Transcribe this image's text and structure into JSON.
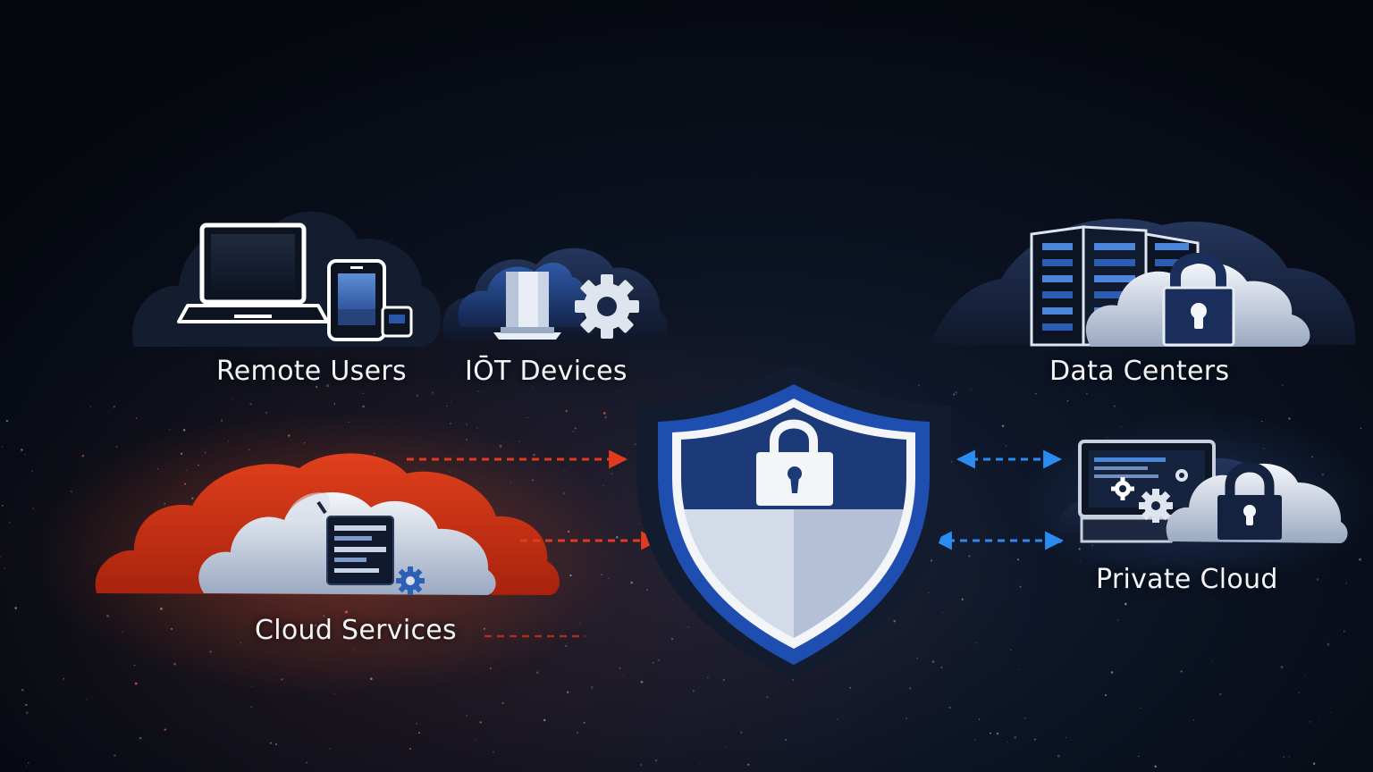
{
  "nodes": {
    "remote_users": {
      "label": "Remote Users",
      "icons": [
        "laptop-icon",
        "tablet-icon",
        "phone-icon"
      ]
    },
    "iot_devices": {
      "label": "IŌT Devices",
      "icons": [
        "cloud-icon",
        "server-icon",
        "gear-icon"
      ]
    },
    "data_centers": {
      "label": "Data Centers",
      "icons": [
        "server-rack-icon",
        "cloud-icon",
        "padlock-icon"
      ]
    },
    "cloud_services": {
      "label": "Cloud Services",
      "icons": [
        "cloud-icon",
        "server-icon",
        "gear-icon"
      ]
    },
    "private_cloud": {
      "label": "Private Cloud",
      "icons": [
        "monitor-icon",
        "gear-icon",
        "cloud-icon",
        "padlock-icon"
      ]
    }
  },
  "hub": {
    "icon": "shield-icon",
    "inner_icon": "padlock-icon"
  },
  "connections": [
    {
      "from": "cloud_services",
      "to": "hub",
      "style": "dashed",
      "direction": "one-way",
      "color": "#e23a1f"
    },
    {
      "from": "cloud_services",
      "to": "hub",
      "style": "dashed",
      "direction": "one-way",
      "color": "#e23a1f"
    },
    {
      "from": "hub",
      "to": "private_cloud",
      "style": "dashed",
      "direction": "two-way",
      "color": "#2a8cf0"
    },
    {
      "from": "hub",
      "to": "private_cloud",
      "style": "dashed",
      "direction": "two-way",
      "color": "#2a8cf0"
    }
  ],
  "colors": {
    "accent_red": "#e23a1f",
    "accent_blue": "#2a8cf0",
    "shield_navy": "#1d3a78",
    "shield_light": "#c9d4e6",
    "background": "#070b14"
  }
}
